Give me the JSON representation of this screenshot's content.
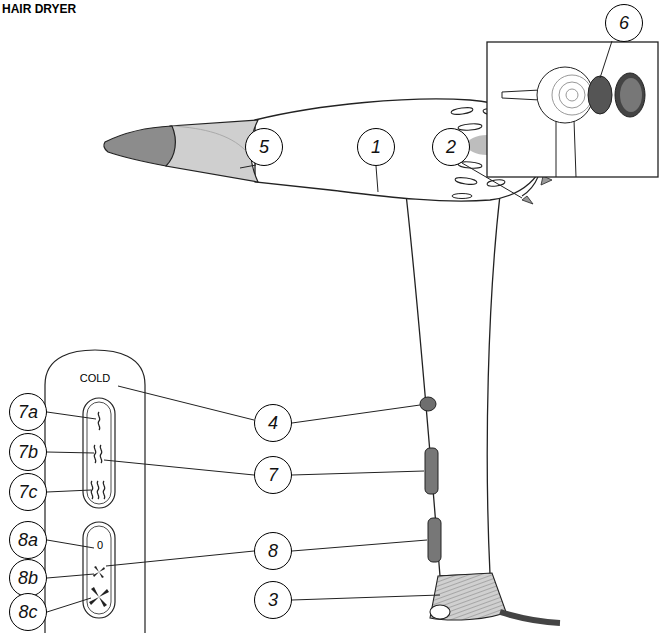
{
  "diagram": {
    "title": "HAIR DRYER",
    "nodes": [
      {
        "text": [
          "6"
        ]
      },
      {
        "text": [
          "5"
        ]
      },
      {
        "text": [
          "1"
        ]
      },
      {
        "text": [
          "2"
        ]
      },
      {
        "text": [
          "7a"
        ]
      },
      {
        "text": [
          "4"
        ]
      },
      {
        "text": [
          "7b"
        ]
      },
      {
        "text": [
          "7"
        ]
      },
      {
        "text": [
          "7c"
        ]
      },
      {
        "text": [
          "8a"
        ]
      },
      {
        "text": [
          "8"
        ]
      },
      {
        "text": [
          "8b"
        ]
      },
      {
        "text": [
          "8c"
        ]
      },
      {
        "text": [
          "3"
        ]
      }
    ],
    "labels": [
      "COLD",
      "0"
    ]
  }
}
